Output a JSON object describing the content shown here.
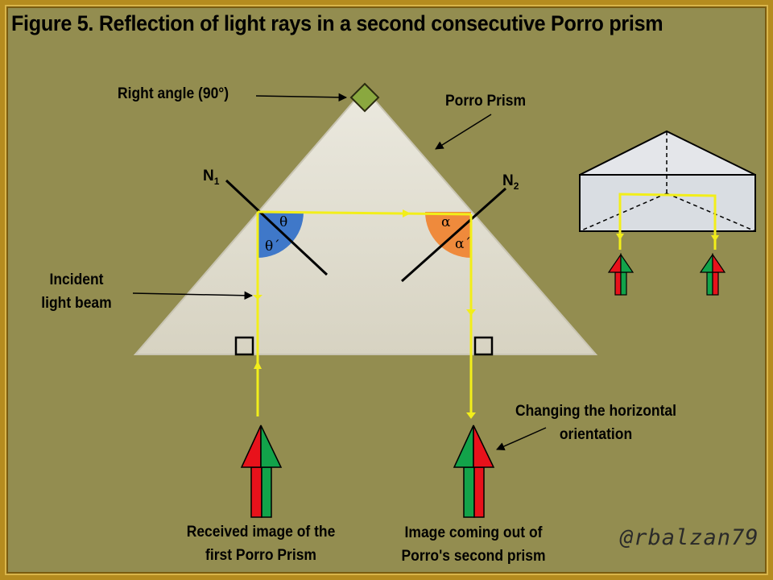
{
  "title": "Figure 5. Reflection of light rays in a second consecutive Porro prism",
  "labels": {
    "right_angle": "Right angle (90°)",
    "porro_prism": "Porro Prism",
    "incident_line1": "Incident",
    "incident_line2": "light beam",
    "changing_line1": "Changing the horizontal",
    "changing_line2": "orientation",
    "received_line1": "Received image of the",
    "received_line2": "first Porro Prism",
    "outgoing_line1": "Image coming out of",
    "outgoing_line2": "Porro's second prism",
    "normal1": "N",
    "normal1_sub": "1",
    "normal2": "N",
    "normal2_sub": "2",
    "theta": "θ",
    "theta_prime": "θ´",
    "alpha": "α",
    "alpha_prime": "α´"
  },
  "signature": "@rbalzan79",
  "colors": {
    "background": "#938d50",
    "frame": "#b58c1f",
    "prism": "#e2dfd2",
    "ray": "#f2ee1a",
    "theta_sector": "#3f78c9",
    "alpha_sector": "#ef8a3c",
    "right_angle_marker": "#8aa83f",
    "arrow_red": "#e8121b",
    "arrow_green": "#12a34a"
  }
}
